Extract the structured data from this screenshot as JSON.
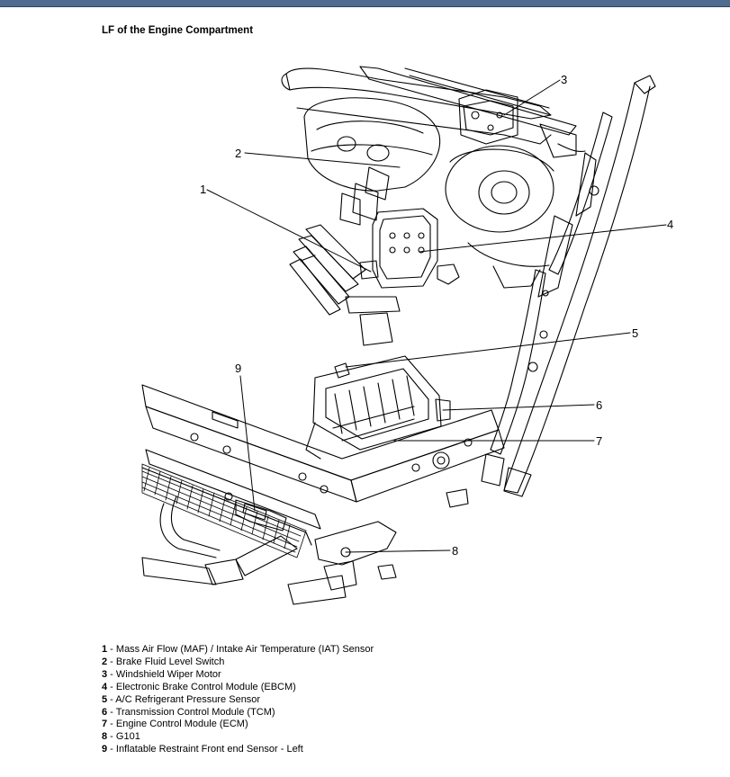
{
  "page": {
    "title": "LF of the Engine Compartment"
  },
  "callouts": [
    {
      "id": "1"
    },
    {
      "id": "2"
    },
    {
      "id": "3"
    },
    {
      "id": "4"
    },
    {
      "id": "5"
    },
    {
      "id": "6"
    },
    {
      "id": "7"
    },
    {
      "id": "8"
    },
    {
      "id": "9"
    }
  ],
  "legend": [
    {
      "num": "1",
      "sep": " - ",
      "text": "Mass Air Flow (MAF) / Intake Air Temperature (IAT) Sensor"
    },
    {
      "num": "2",
      "sep": " - ",
      "text": "Brake Fluid Level Switch"
    },
    {
      "num": "3",
      "sep": " - ",
      "text": "Windshield Wiper Motor"
    },
    {
      "num": "4",
      "sep": " - ",
      "text": "Electronic Brake Control Module (EBCM)"
    },
    {
      "num": "5",
      "sep": " - ",
      "text": "A/C Refrigerant Pressure Sensor"
    },
    {
      "num": "6",
      "sep": " - ",
      "text": "Transmission Control Module (TCM)"
    },
    {
      "num": "7",
      "sep": " - ",
      "text": "Engine Control Module (ECM)"
    },
    {
      "num": "8",
      "sep": " - ",
      "text": "G101"
    },
    {
      "num": "9",
      "sep": " - ",
      "text": "Inflatable Restraint Front end Sensor - Left"
    }
  ],
  "colors": {
    "header_bar": "#4f6b8f",
    "line_art": "#000000",
    "background": "#ffffff"
  }
}
